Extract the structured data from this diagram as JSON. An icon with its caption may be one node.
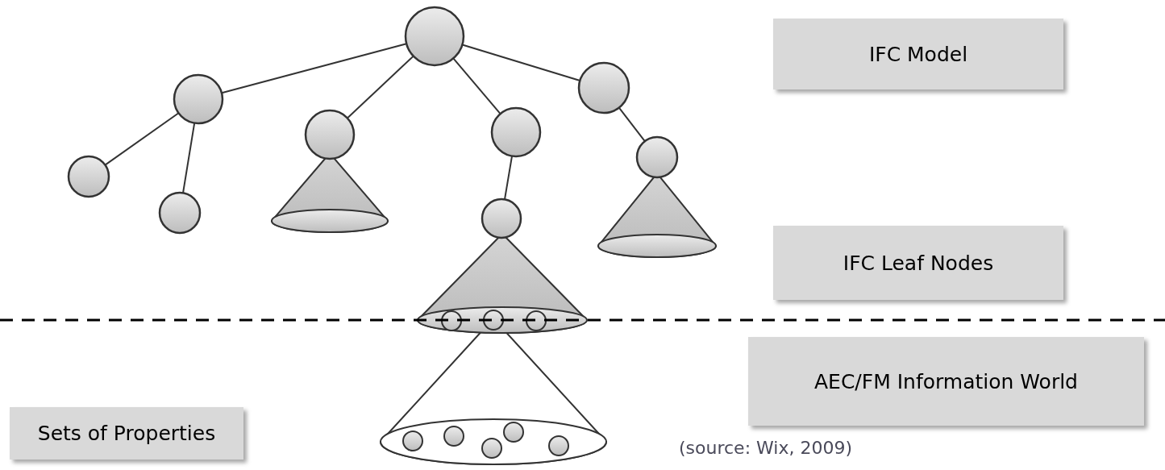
{
  "diagram": {
    "nodes": [
      {
        "text": [
          "IFC Model"
        ]
      },
      {
        "text": [
          "IFC Leaf Nodes"
        ]
      },
      {
        "text": [
          "AEC/FM Information World"
        ]
      },
      {
        "text": [
          "Sets of Properties"
        ]
      },
      {
        "text": [],
        "shape": "circle"
      },
      {
        "text": [],
        "shape": "circle"
      },
      {
        "text": [],
        "shape": "circle"
      },
      {
        "text": [],
        "shape": "circle"
      },
      {
        "text": [],
        "shape": "circle"
      },
      {
        "text": [],
        "shape": "circle"
      },
      {
        "text": [],
        "shape": "circle"
      },
      {
        "text": [],
        "shape": "circle"
      },
      {
        "text": [],
        "shape": "circle"
      }
    ],
    "edges": [
      {
        "from": 4,
        "to": 5,
        "arrow": "none"
      },
      {
        "from": 4,
        "to": 7,
        "arrow": "none"
      },
      {
        "from": 4,
        "to": 8,
        "arrow": "none"
      },
      {
        "from": 4,
        "to": 6,
        "arrow": "none"
      },
      {
        "from": 5,
        "to": 9,
        "arrow": "none"
      },
      {
        "from": 5,
        "to": 11,
        "arrow": "none"
      },
      {
        "from": 8,
        "to": 12,
        "arrow": "none"
      },
      {
        "from": 6,
        "to": 10,
        "arrow": "none"
      }
    ],
    "labels": [
      "(source: Wix, 2009)"
    ]
  }
}
